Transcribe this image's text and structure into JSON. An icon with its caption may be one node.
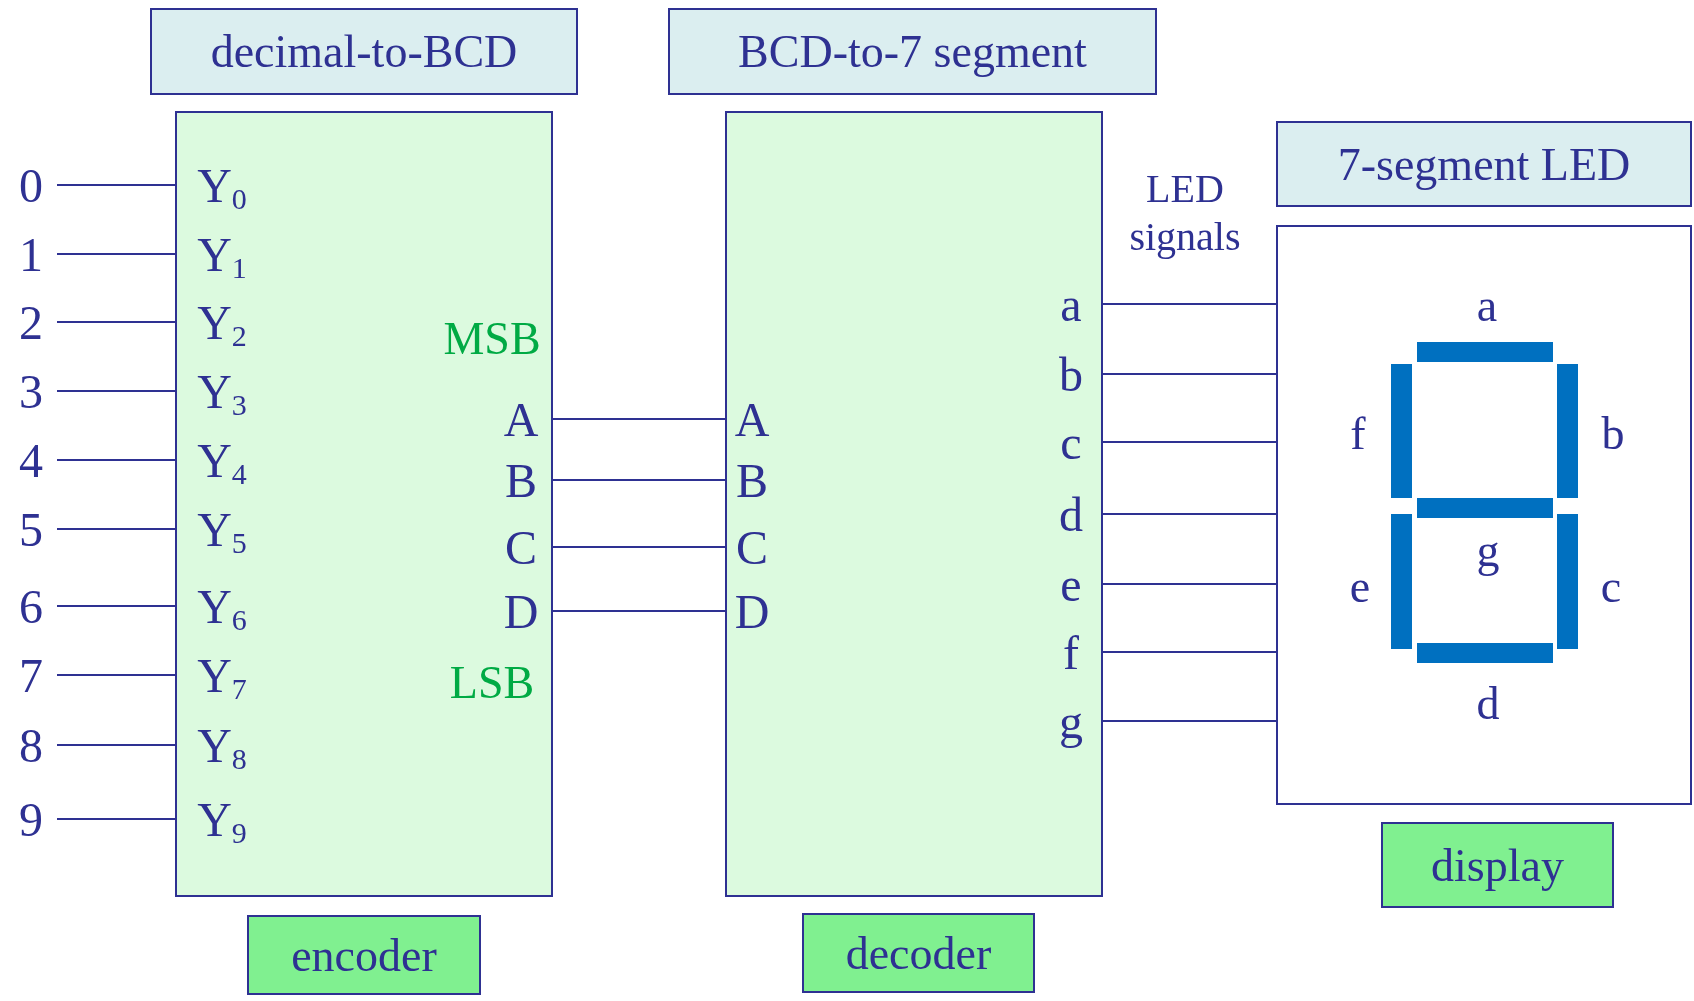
{
  "diagram": {
    "nodes": [
      {
        "text": [
          "decimal-to-BCD"
        ]
      },
      {
        "text": [],
        "shape": "box"
      },
      {
        "text": [
          "Y$_{0}$"
        ],
        "in": 1
      },
      {
        "text": [
          "Y$_{1}$"
        ],
        "in": 1
      },
      {
        "text": [
          "Y$_{2}$"
        ],
        "in": 1
      },
      {
        "text": [
          "Y$_{3}$"
        ],
        "in": 1
      },
      {
        "text": [
          "Y$_{4}$"
        ],
        "in": 1
      },
      {
        "text": [
          "Y$_{5}$"
        ],
        "in": 1
      },
      {
        "text": [
          "Y$_{6}$"
        ],
        "in": 1
      },
      {
        "text": [
          "Y$_{7}$"
        ],
        "in": 1
      },
      {
        "text": [
          "Y$_{8}$"
        ],
        "in": 1
      },
      {
        "text": [
          "Y$_{9}$"
        ],
        "in": 1
      },
      {
        "text": [
          "A"
        ],
        "in": 1
      },
      {
        "text": [
          "B"
        ],
        "in": 1
      },
      {
        "text": [
          "C"
        ],
        "in": 1
      },
      {
        "text": [
          "D"
        ],
        "in": 1
      },
      {
        "text": [
          "encoder"
        ]
      },
      {
        "text": [
          "BCD-to-7 segment"
        ]
      },
      {
        "text": [],
        "shape": "box"
      },
      {
        "text": [
          "A"
        ],
        "in": 18
      },
      {
        "text": [
          "B"
        ],
        "in": 18
      },
      {
        "text": [
          "C"
        ],
        "in": 18
      },
      {
        "text": [
          "D"
        ],
        "in": 18
      },
      {
        "text": [
          "a"
        ],
        "in": 18
      },
      {
        "text": [
          "b"
        ],
        "in": 18
      },
      {
        "text": [
          "c"
        ],
        "in": 18
      },
      {
        "text": [
          "d"
        ],
        "in": 18
      },
      {
        "text": [
          "e"
        ],
        "in": 18
      },
      {
        "text": [
          "f"
        ],
        "in": 18
      },
      {
        "text": [
          "g"
        ],
        "in": 18
      },
      {
        "text": [
          "decoder"
        ]
      },
      {
        "text": [
          "7-segment LED"
        ]
      },
      {
        "text": [],
        "shape": "box"
      },
      {
        "text": [],
        "shape": "bar",
        "beside": [
          "a"
        ],
        "in": 32
      },
      {
        "text": [],
        "shape": "bar",
        "beside": [
          "b"
        ],
        "in": 32
      },
      {
        "text": [],
        "shape": "bar",
        "beside": [
          "c"
        ],
        "in": 32
      },
      {
        "text": [],
        "shape": "bar",
        "beside": [
          "d"
        ],
        "in": 32
      },
      {
        "text": [],
        "shape": "bar",
        "beside": [
          "e"
        ],
        "in": 32
      },
      {
        "text": [],
        "shape": "bar",
        "beside": [
          "f"
        ],
        "in": 32
      },
      {
        "text": [],
        "shape": "bar",
        "beside": [
          "g"
        ],
        "in": 32
      },
      {
        "text": [
          "display"
        ]
      },
      {
        "text": [
          "0"
        ]
      },
      {
        "text": [
          "1"
        ]
      },
      {
        "text": [
          "2"
        ]
      },
      {
        "text": [
          "3"
        ]
      },
      {
        "text": [
          "4"
        ]
      },
      {
        "text": [
          "5"
        ]
      },
      {
        "text": [
          "6"
        ]
      },
      {
        "text": [
          "7"
        ]
      },
      {
        "text": [
          "8"
        ]
      },
      {
        "text": [
          "9"
        ]
      }
    ],
    "edges": [
      {
        "from": 41,
        "to": 2,
        "arrow": "none"
      },
      {
        "from": 42,
        "to": 3,
        "arrow": "none"
      },
      {
        "from": 43,
        "to": 4,
        "arrow": "none"
      },
      {
        "from": 44,
        "to": 5,
        "arrow": "none"
      },
      {
        "from": 45,
        "to": 6,
        "arrow": "none"
      },
      {
        "from": 46,
        "to": 7,
        "arrow": "none"
      },
      {
        "from": 47,
        "to": 8,
        "arrow": "none"
      },
      {
        "from": 48,
        "to": 9,
        "arrow": "none"
      },
      {
        "from": 49,
        "to": 10,
        "arrow": "none"
      },
      {
        "from": 50,
        "to": 11,
        "arrow": "none"
      },
      {
        "from": 12,
        "to": 19,
        "arrow": "none"
      },
      {
        "from": 13,
        "to": 20,
        "arrow": "none"
      },
      {
        "from": 14,
        "to": 21,
        "arrow": "none"
      },
      {
        "from": 15,
        "to": 22,
        "arrow": "none"
      },
      {
        "from": 23,
        "to": 32,
        "arrow": "none"
      },
      {
        "from": 24,
        "to": 32,
        "arrow": "none"
      },
      {
        "from": 25,
        "to": 32,
        "arrow": "none"
      },
      {
        "from": 26,
        "to": 32,
        "arrow": "none"
      },
      {
        "from": 27,
        "to": 32,
        "arrow": "none"
      },
      {
        "from": 28,
        "to": 32,
        "arrow": "none"
      },
      {
        "from": 29,
        "to": 32,
        "arrow": "none"
      }
    ],
    "labels": [
      "MSB",
      "LSB",
      "LED signals"
    ]
  }
}
